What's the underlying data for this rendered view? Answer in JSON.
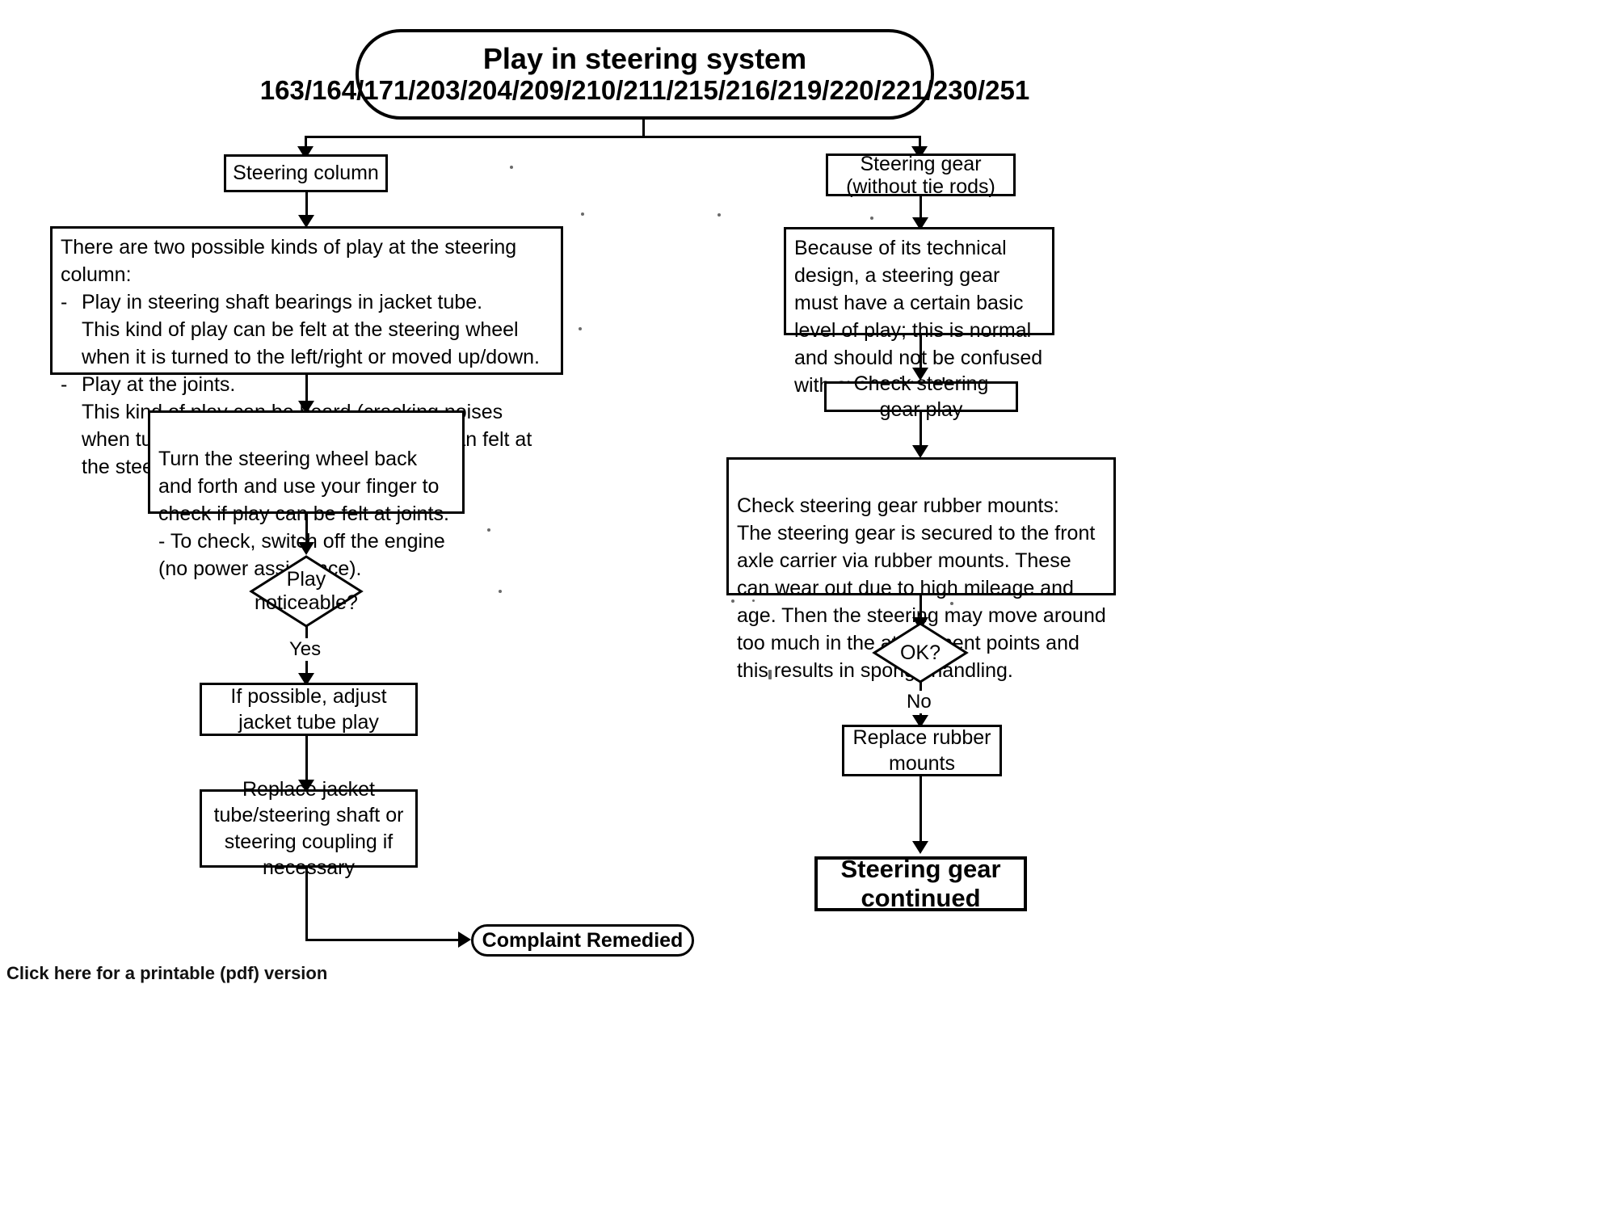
{
  "document": {
    "title": "Play in steering system",
    "model_codes": "163/164/171/203/204/209/210/211/215/216/219/220/221/230/251",
    "footer_link": "Click here for a printable (pdf) version",
    "footer_right": ""
  },
  "branches": {
    "left": {
      "header": "Steering column",
      "info_box": {
        "intro": "There are two possible kinds of play at the steering column:",
        "bullets": [
          {
            "mark": "-",
            "heading": "Play in steering shaft bearings in jacket tube.",
            "detail": "This kind of play can be felt at the steering wheel when it is turned to the left/right or moved up/down."
          },
          {
            "mark": "-",
            "heading": "Play at the joints.",
            "detail": "This kind of play can be heard (cracking noises when turning the steering wheel) rather than felt at the steering wheel."
          }
        ]
      },
      "check_box": "Turn the steering wheel back and forth and use your finger to check if play can be felt at joints.\n- To check, switch off the engine (no power assistance).",
      "decision": {
        "line1": "Play",
        "line2": "noticeable?",
        "edge_label": "Yes"
      },
      "adjust_box": "If possible, adjust jacket tube play",
      "replace_box": "Replace jacket tube/steering shaft or steering coupling if necessary"
    },
    "right": {
      "header_line1": "Steering gear",
      "header_line2": "(without tie rods)",
      "info_box": "Because of its technical design, a steering gear must have a certain basic level of play; this is normal and should not be confused with excessive play.",
      "check_play_box": "Check steering gear play",
      "rubber_mounts_box": "Check steering gear rubber mounts:\nThe steering gear is secured to the front axle carrier via rubber mounts. These can wear out due to high mileage and age. Then the steering may move around too much in the attachment points and this results in spongy handling.",
      "decision": {
        "line1": "OK?",
        "edge_label": "No"
      },
      "replace_mounts_box": "Replace rubber mounts",
      "continued_box_line1": "Steering gear",
      "continued_box_line2": "continued"
    }
  },
  "end_node": {
    "label": "Complaint Remedied"
  },
  "colors": {
    "stroke": "#000000",
    "background": "#ffffff",
    "text": "#000000"
  }
}
